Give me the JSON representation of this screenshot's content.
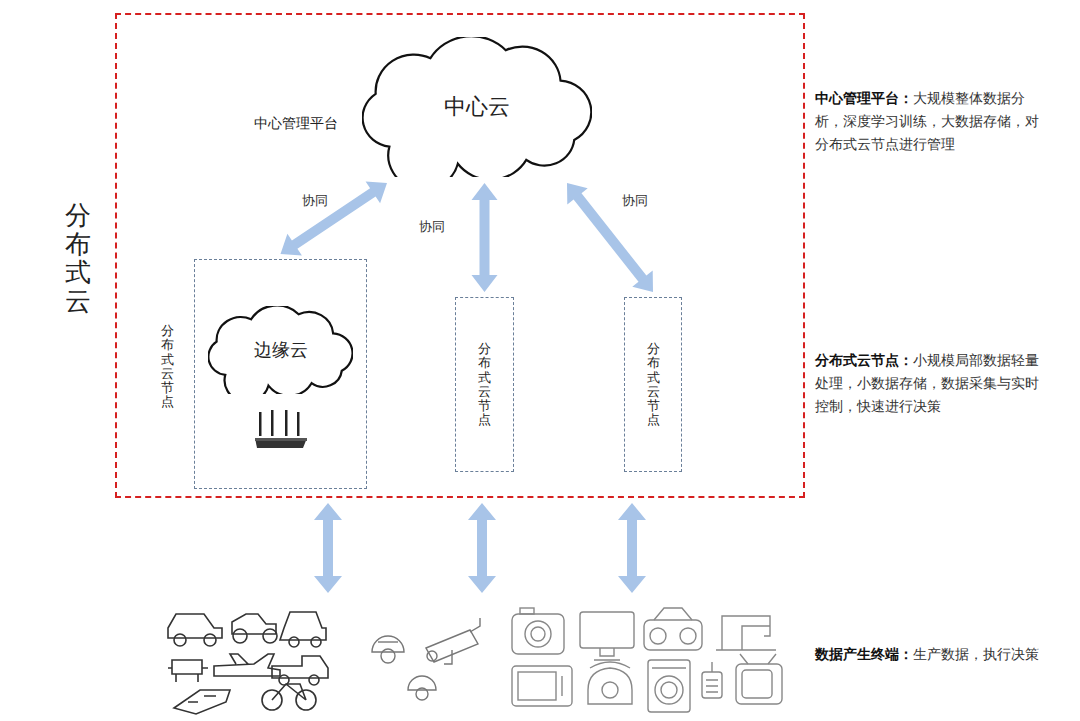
{
  "diagram": {
    "nodes": [
      {
        "text": [
          "分布式云"
        ]
      },
      {
        "text": [
          "中心云",
          "中心管理平台"
        ],
        "in": 0
      },
      {
        "text": [
          "分布式云节点"
        ],
        "in": 0
      },
      {
        "text": [
          "边缘云"
        ],
        "in": 2
      },
      {
        "text": [
          "分布式云节点"
        ],
        "in": 0
      },
      {
        "text": [
          "分布式云节点"
        ],
        "in": 0
      }
    ],
    "edges": [
      {
        "from": 1,
        "to": 2,
        "label": "协同",
        "arrow": "both"
      },
      {
        "from": 1,
        "to": 4,
        "label": "协同",
        "arrow": "both"
      },
      {
        "from": 1,
        "to": 5,
        "label": "协同",
        "arrow": "both"
      }
    ],
    "labels": [
      "中心管理平台：",
      "大规模整体数据分析，深度学习训练，大数据存储，对分布式云节点进行管理",
      "分布式云节点：",
      "小规模局部数据轻量处理，小数据存储，数据采集与实时控制，快速进行决策",
      "数据产生终端：",
      "生产数据，执行决策"
    ]
  }
}
